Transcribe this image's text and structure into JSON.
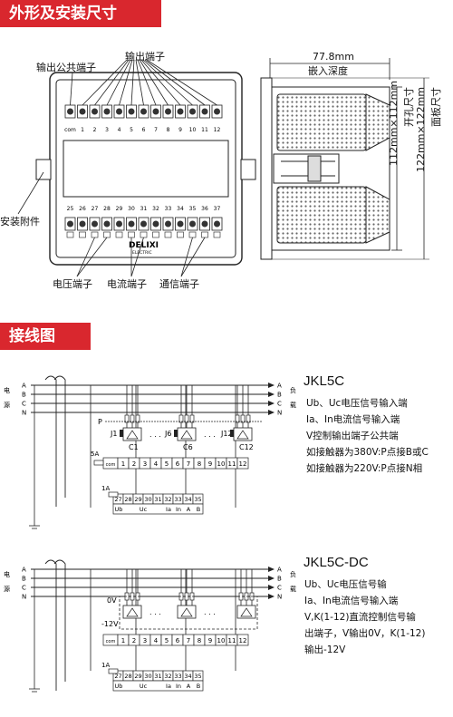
{
  "section1": {
    "title": "外形及安装尺寸"
  },
  "section2": {
    "title": "接线图"
  },
  "front": {
    "out_common_label": "输出公共端子",
    "out_label": "输出端子",
    "mount_label": "安装附件",
    "voltage_label": "电压端子",
    "current_label": "电流端子",
    "comm_label": "通信端子",
    "top_terms": [
      "com",
      "1",
      "2",
      "3",
      "4",
      "5",
      "6",
      "7",
      "8",
      "9",
      "10",
      "11",
      "12"
    ],
    "bottom_terms": [
      "25",
      "26",
      "27",
      "28",
      "29",
      "30",
      "31",
      "32",
      "33",
      "34",
      "35",
      "36",
      "37"
    ],
    "brand": "DELIXI",
    "brand_sub": "ELECTRIC"
  },
  "side": {
    "width_dim": "77.8mm",
    "depth_label": "嵌入深度",
    "cutout_dim": "112mm×112mm",
    "cutout_label": "开孔尺寸",
    "panel_dim": "122mm×122mm",
    "panel_label": "面板尺寸"
  },
  "wiring1": {
    "model": "JKL5C",
    "lines": [
      "Ub、Uc电压信号输入端",
      "Ia、In电流信号输入端",
      "V控制输出端子公共端",
      "如接触器为380V:P点接B或C",
      "如接触器为220V:P点接N相"
    ],
    "phases": [
      "A",
      "B",
      "C",
      "N"
    ],
    "source_label": [
      "电",
      "源"
    ],
    "load_label": [
      "负",
      "载"
    ],
    "p_label": "P",
    "relays": [
      "J1",
      "J6",
      "J12"
    ],
    "caps": [
      "C1",
      "C6",
      "C12"
    ],
    "fuse": "5A",
    "fuse2": "1A",
    "row1": [
      "com",
      "1",
      "2",
      "3",
      "4",
      "5",
      "6",
      "7",
      "8",
      "9",
      "10",
      "11",
      "12"
    ],
    "row2": [
      "27",
      "28",
      "29",
      "30",
      "31",
      "32",
      "33",
      "34",
      "35"
    ],
    "row2_sub": [
      "Ub",
      "Uc",
      "Ia",
      "In",
      "A",
      "B"
    ]
  },
  "wiring2": {
    "model": "JKL5C-DC",
    "lines": [
      "Ub、Uc电压信号输",
      "Ia、In电流信号输入端",
      "V,K(1-12)直流控制信号输",
      "出端子，V输出0V，K(1-12)",
      "输出-12V"
    ],
    "phases": [
      "A",
      "B",
      "C",
      "N"
    ],
    "source_label": [
      "电",
      "源"
    ],
    "load_label": [
      "负",
      "载"
    ],
    "v0": "0V",
    "v12": "-12V",
    "fuse": "1A",
    "row1": [
      "com",
      "1",
      "2",
      "3",
      "4",
      "5",
      "6",
      "7",
      "8",
      "9",
      "10",
      "11",
      "12"
    ],
    "row2": [
      "27",
      "28",
      "29",
      "30",
      "31",
      "32",
      "33",
      "34",
      "35"
    ],
    "row2_sub": [
      "Ub",
      "Uc",
      "Ia",
      "In",
      "A",
      "B"
    ]
  }
}
